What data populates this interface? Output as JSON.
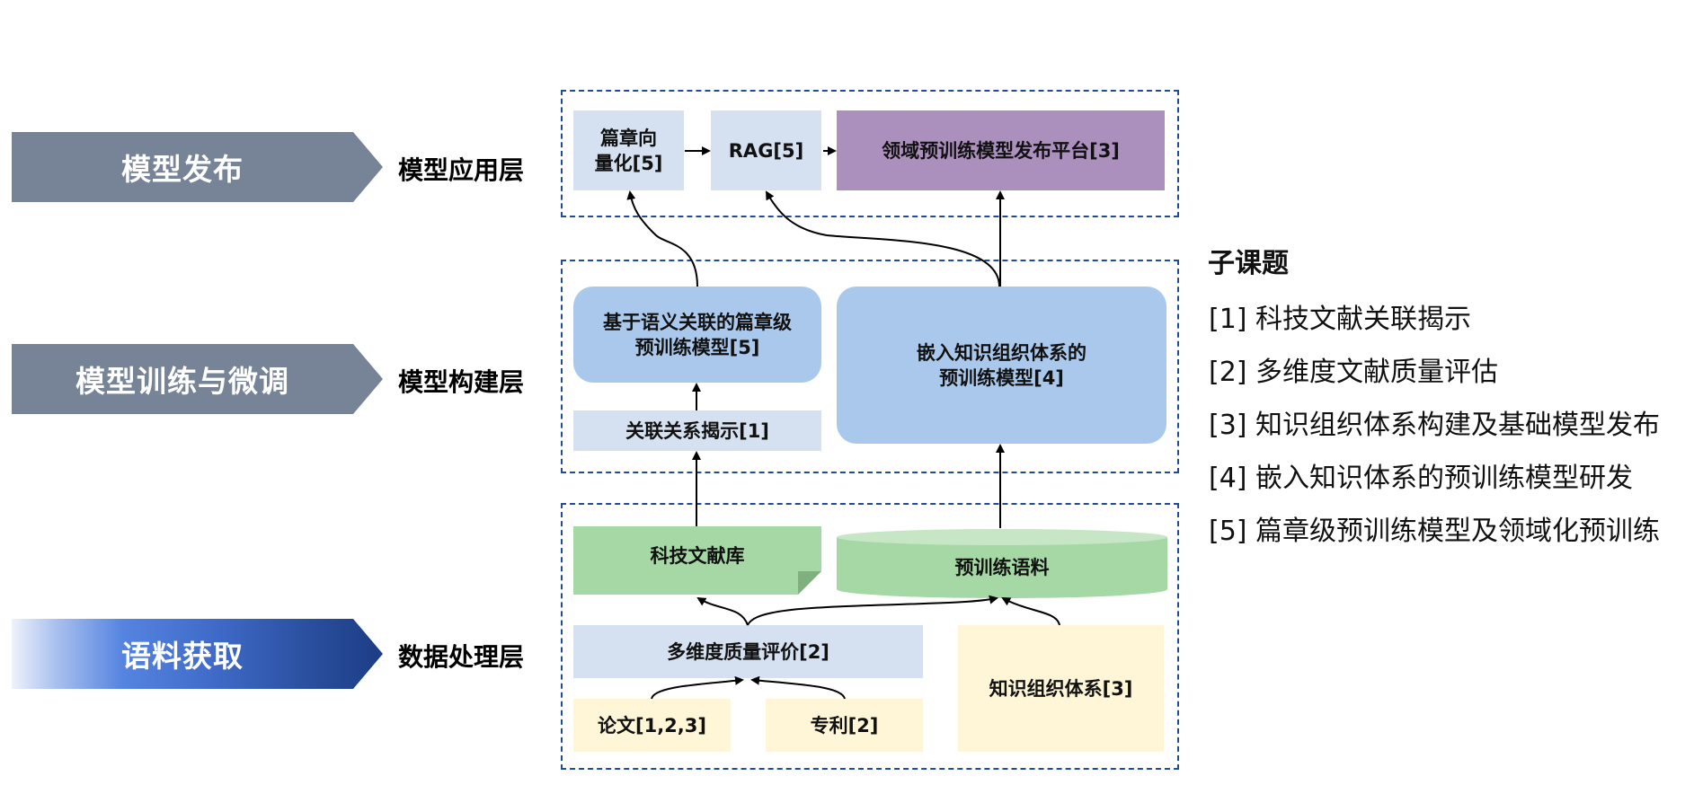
{
  "banners": [
    {
      "label": "模型发布",
      "layer": "模型应用层"
    },
    {
      "label": "模型训练与微调",
      "layer": "模型构建层"
    },
    {
      "label": "语料获取",
      "layer": "数据处理层"
    }
  ],
  "application_layer": {
    "doc_vectorization": "篇章向量化[5]",
    "rag": "RAG[5]",
    "platform": "领域预训练模型发布平台[3]"
  },
  "building_layer": {
    "semantic_model": "基于语义关联的篇章级预训练模型[5]",
    "semantic_model_line1": "基于语义关联的篇章级",
    "semantic_model_line2": "预训练模型[5]",
    "relation": "关联关系揭示[1]",
    "knowledge_model_line1": "嵌入知识组织体系的",
    "knowledge_model_line2": "预训练模型[4]"
  },
  "data_layer": {
    "library": "科技文献库",
    "corpus": "预训练语料",
    "quality": "多维度质量评价[2]",
    "knowledge_system": "知识组织体系[3]",
    "papers": "论文[1,2,3]",
    "patents": "专利[2]"
  },
  "doc_vectorization_line1": "篇章向",
  "doc_vectorization_line2": "量化[5]",
  "legend": {
    "title": "子课题",
    "items": [
      "[1] 科技文献关联揭示",
      "[2] 多维度文献质量评估",
      "[3] 知识组织体系构建及基础模型发布",
      "[4] 嵌入知识体系的预训练模型研发",
      "[5] 篇章级预训练模型及领域化预训练"
    ]
  },
  "colors": {
    "banner_grey": "#778497",
    "banner_gradient_end": "#1d3d85",
    "dashed_border": "#1f4b99",
    "light_blue": "#d5e0f0",
    "purple": "#ab90be",
    "medium_blue": "#a9c8eb",
    "green": "#a5d8a4",
    "yellow": "#fff6d8"
  }
}
